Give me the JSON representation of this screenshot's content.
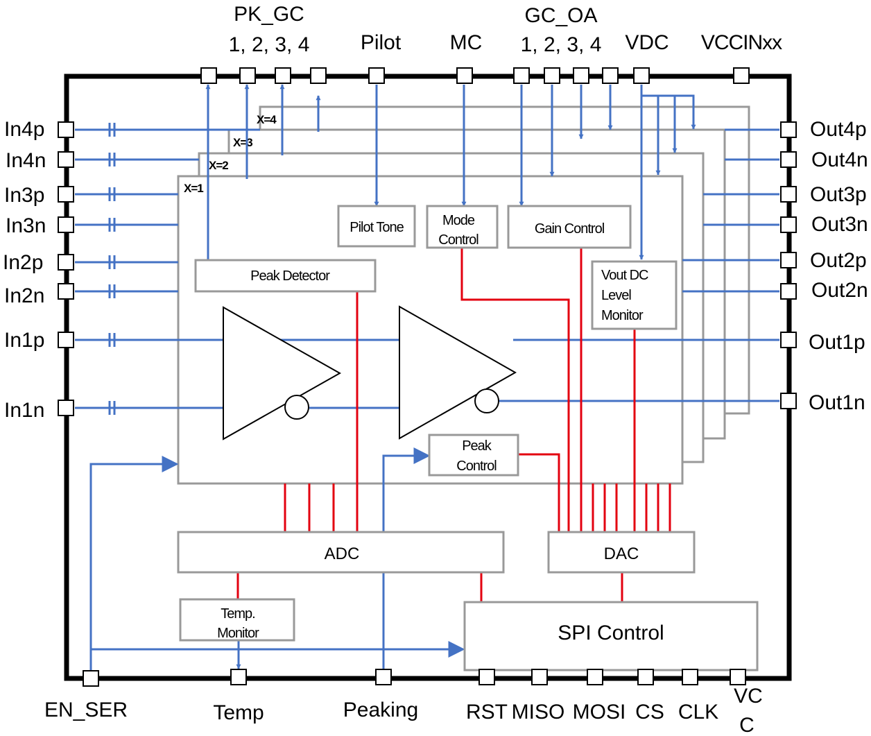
{
  "top_pins": {
    "pk_gc": "PK_GC",
    "pk_gc_nums": "1, 2, 3, 4",
    "pilot": "Pilot",
    "mc": "MC",
    "gc_oa": "GC_OA",
    "gc_oa_nums": "1, 2, 3, 4",
    "vdc": "VDC",
    "vccinxx": "VCCINxx"
  },
  "left_pins": [
    "In4p",
    "In4n",
    "In3p",
    "In3n",
    "In2p",
    "In2n",
    "In1p",
    "In1n"
  ],
  "right_pins": [
    "Out4p",
    "Out4n",
    "Out3p",
    "Out3n",
    "Out2p",
    "Out2n",
    "Out1p",
    "Out1n"
  ],
  "bottom_pins": {
    "en_ser": "EN_SER",
    "temp": "Temp",
    "peaking": "Peaking",
    "rst": "RST",
    "miso": "MISO",
    "mosi": "MOSI",
    "cs": "CS",
    "clk": "CLK",
    "vcc_line1": "VC",
    "vcc_line2": "C"
  },
  "channel_labels": [
    "X=1",
    "X=2",
    "X=3",
    "X=4"
  ],
  "blocks": {
    "pilot_tone": "Pilot Tone",
    "mode_control_1": "Mode",
    "mode_control_2": "Control",
    "gain_control": "Gain Control",
    "peak_detector": "Peak Detector",
    "vout_1": "Vout DC",
    "vout_2": "Level",
    "vout_3": "Monitor",
    "peak_control_1": "Peak",
    "peak_control_2": "Control",
    "adc": "ADC",
    "dac": "DAC",
    "temp_monitor_1": "Temp.",
    "temp_monitor_2": "Monitor",
    "spi_control": "SPI Control"
  },
  "colors": {
    "signal_line": "#4472c4",
    "control_line": "#e3000f",
    "block_border": "#999999",
    "chip_border": "#000000"
  }
}
